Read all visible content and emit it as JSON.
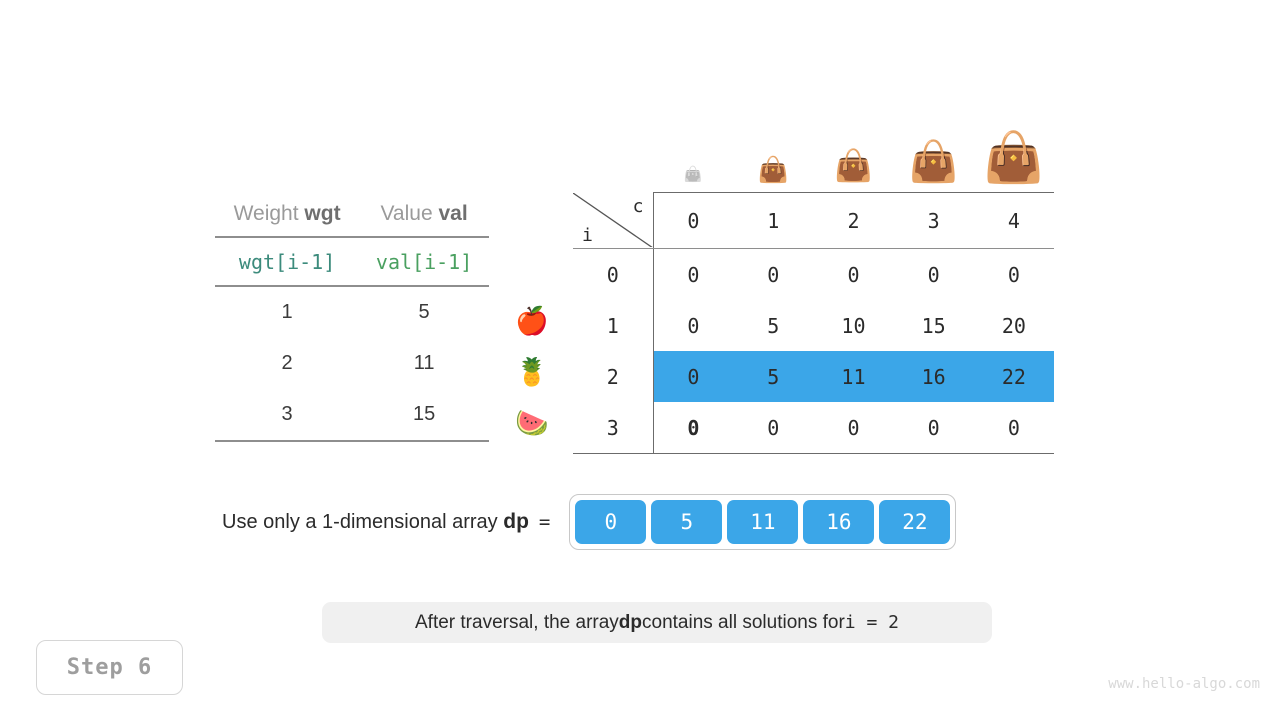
{
  "item_table": {
    "headers": [
      {
        "plain": "Weight ",
        "bold": "wgt"
      },
      {
        "plain": "Value ",
        "bold": "val"
      }
    ],
    "subheaders": [
      "wgt[i-1]",
      "val[i-1]"
    ],
    "rows": [
      {
        "wgt": "1",
        "val": "5",
        "fruit": "🍎",
        "fruit_name": "apple-emoji"
      },
      {
        "wgt": "2",
        "val": "11",
        "fruit": "🍍",
        "fruit_name": "pineapple-emoji"
      },
      {
        "wgt": "3",
        "val": "15",
        "fruit": "🍉",
        "fruit_name": "watermelon-emoji"
      }
    ]
  },
  "bag_row": {
    "icon": "👜",
    "sizes": [
      "15px",
      "25px",
      "31px",
      "40px",
      "49px"
    ],
    "grayed_index": 0
  },
  "dp_table": {
    "corner": {
      "col_label": "c",
      "row_label": "i"
    },
    "col_headers": [
      "0",
      "1",
      "2",
      "3",
      "4"
    ],
    "rows": [
      {
        "index": "0",
        "values": [
          "0",
          "0",
          "0",
          "0",
          "0"
        ],
        "style": "normal"
      },
      {
        "index": "1",
        "values": [
          "0",
          "5",
          "10",
          "15",
          "20"
        ],
        "style": "normal"
      },
      {
        "index": "2",
        "values": [
          "0",
          "5",
          "11",
          "16",
          "22"
        ],
        "style": "highlight"
      },
      {
        "index": "3",
        "values": [
          "0",
          "0",
          "0",
          "0",
          "0"
        ],
        "style": "partial"
      }
    ]
  },
  "dp_1d": {
    "label_plain_before": "Use only a 1-dimensional array  ",
    "label_bold": "dp",
    "equals": "=",
    "cells": [
      "0",
      "5",
      "11",
      "16",
      "22"
    ]
  },
  "caption": {
    "before": "After traversal, the array ",
    "bold": "dp",
    "middle": " contains all solutions for ",
    "mono": "i = 2"
  },
  "step_badge": "Step 6",
  "watermark": "www.hello-algo.com",
  "colors": {
    "highlight_blue": "#3ba6e8",
    "wgt_green": "#3c8b7c",
    "val_green": "#4aa060",
    "faded_gray": "#e2e2e2",
    "caption_bg": "#f0f0f0"
  }
}
